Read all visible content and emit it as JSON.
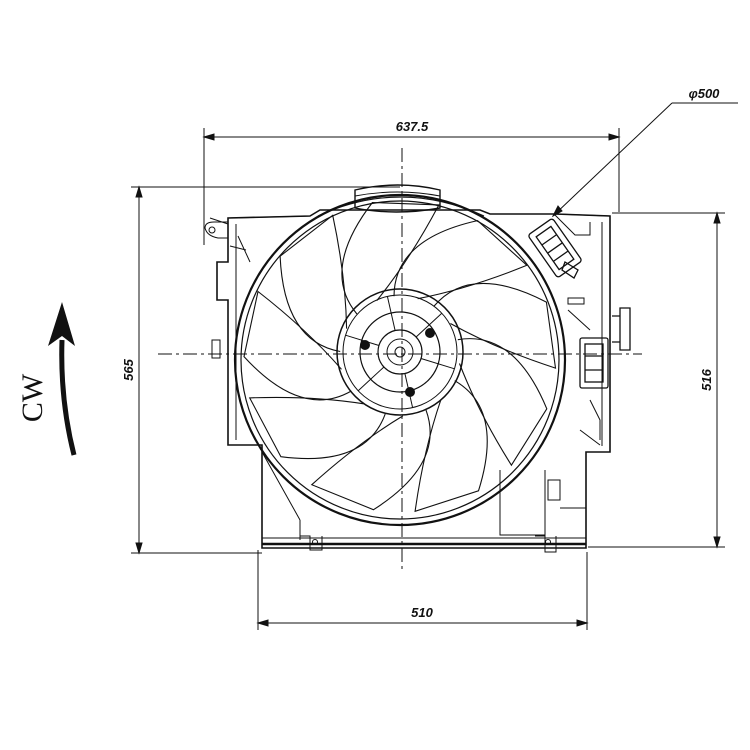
{
  "dimensions": {
    "top_width": "637.5",
    "bottom_width": "510",
    "left_height": "565",
    "right_height": "516",
    "fan_diameter": "φ500"
  },
  "rotation": {
    "label": "CW"
  },
  "fan": {
    "blade_count": 9
  },
  "colors": {
    "line": "#111111",
    "background": "#ffffff"
  }
}
